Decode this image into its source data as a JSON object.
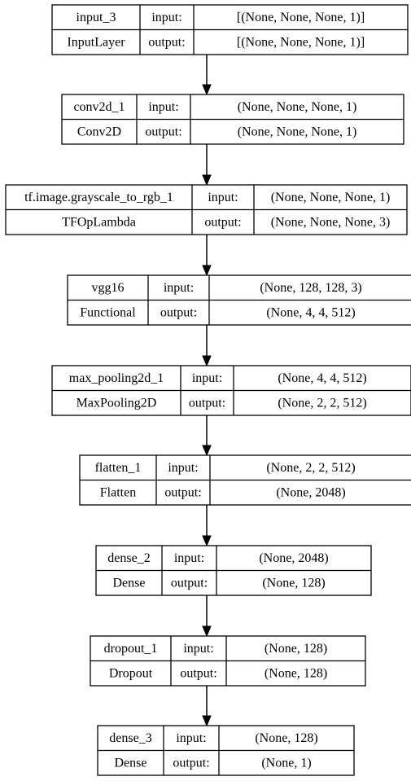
{
  "diagram": {
    "type": "keras-model-plot",
    "layers": [
      {
        "name": "input_3",
        "class": "InputLayer",
        "input_label": "input:",
        "output_label": "output:",
        "input_shape": "[(None, None, None, 1)]",
        "output_shape": "[(None, None, None, 1)]"
      },
      {
        "name": "conv2d_1",
        "class": "Conv2D",
        "input_label": "input:",
        "output_label": "output:",
        "input_shape": "(None, None, None, 1)",
        "output_shape": "(None, None, None, 1)"
      },
      {
        "name": "tf.image.grayscale_to_rgb_1",
        "class": "TFOpLambda",
        "input_label": "input:",
        "output_label": "output:",
        "input_shape": "(None, None, None, 1)",
        "output_shape": "(None, None, None, 3)"
      },
      {
        "name": "vgg16",
        "class": "Functional",
        "input_label": "input:",
        "output_label": "output:",
        "input_shape": "(None, 128, 128, 3)",
        "output_shape": "(None, 4, 4, 512)"
      },
      {
        "name": "max_pooling2d_1",
        "class": "MaxPooling2D",
        "input_label": "input:",
        "output_label": "output:",
        "input_shape": "(None, 4, 4, 512)",
        "output_shape": "(None, 2, 2, 512)"
      },
      {
        "name": "flatten_1",
        "class": "Flatten",
        "input_label": "input:",
        "output_label": "output:",
        "input_shape": "(None, 2, 2, 512)",
        "output_shape": "(None, 2048)"
      },
      {
        "name": "dense_2",
        "class": "Dense",
        "input_label": "input:",
        "output_label": "output:",
        "input_shape": "(None, 2048)",
        "output_shape": "(None, 128)"
      },
      {
        "name": "dropout_1",
        "class": "Dropout",
        "input_label": "input:",
        "output_label": "output:",
        "input_shape": "(None, 128)",
        "output_shape": "(None, 128)"
      },
      {
        "name": "dense_3",
        "class": "Dense",
        "input_label": "input:",
        "output_label": "output:",
        "input_shape": "(None, 128)",
        "output_shape": "(None, 1)"
      }
    ],
    "edges": [
      {
        "from": "input_3",
        "to": "conv2d_1"
      },
      {
        "from": "conv2d_1",
        "to": "tf.image.grayscale_to_rgb_1"
      },
      {
        "from": "tf.image.grayscale_to_rgb_1",
        "to": "vgg16"
      },
      {
        "from": "vgg16",
        "to": "max_pooling2d_1"
      },
      {
        "from": "max_pooling2d_1",
        "to": "flatten_1"
      },
      {
        "from": "flatten_1",
        "to": "dense_2"
      },
      {
        "from": "dense_2",
        "to": "dropout_1"
      },
      {
        "from": "dropout_1",
        "to": "dense_3"
      }
    ]
  }
}
